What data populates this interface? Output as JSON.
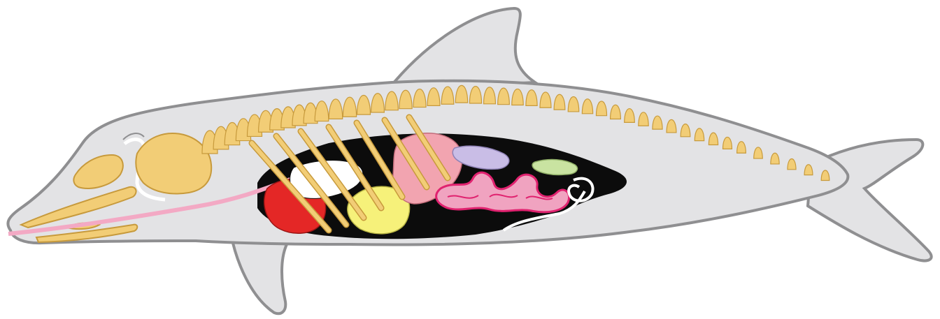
{
  "figure": {
    "subject": "dolphin-anatomy-cross-section",
    "labels": []
  },
  "colors": {
    "body_fill": "#e3e3e5",
    "body_outline": "#8f8f91",
    "bone": "#f2cd76",
    "bone_outline": "#c79a3c",
    "cavity": "#0c0c0c",
    "heart": "#e42726",
    "lung": "#ffffff",
    "liver": "#f6f17a",
    "stomach": "#f2a4b0",
    "spleen": "#c9bde6",
    "kidney": "#c9e3a1",
    "intestine_fill": "#f0a3c0",
    "intestine_outline": "#e0226f",
    "trachea": "#f3a9c4",
    "nerve": "#ffffff"
  },
  "structures": [
    "skull",
    "jaw",
    "vertebral-column",
    "ribs",
    "heart",
    "lungs",
    "liver",
    "stomach",
    "spleen",
    "kidney",
    "intestines",
    "trachea",
    "reproductive-organ"
  ]
}
